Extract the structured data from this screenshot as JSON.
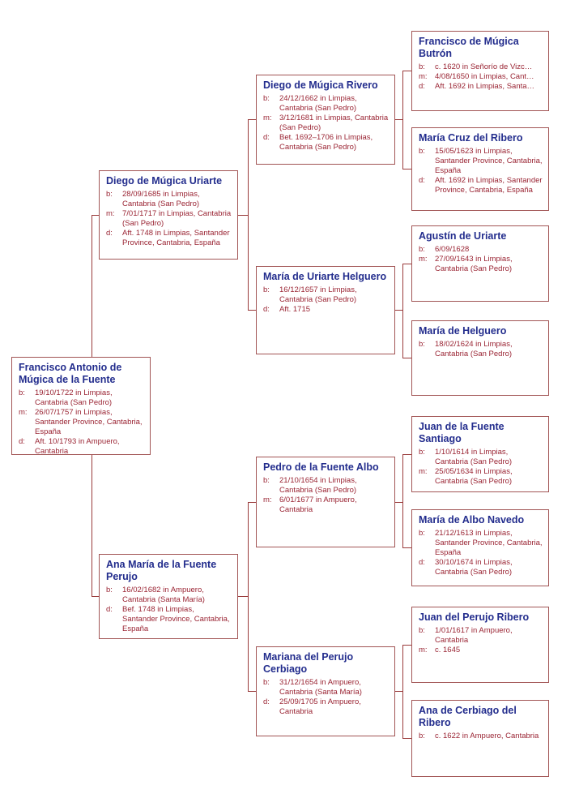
{
  "colors": {
    "name_text": "#232d8d",
    "event_text": "#9a2433",
    "box_border": "#a25555",
    "connector_line": "#9a3b3b",
    "background": "#ffffff"
  },
  "persons": [
    {
      "id": "francisco-antonio-de-mugica-de-la-fuente",
      "name": "Francisco Antonio de Múgica de la Fuente",
      "events": [
        {
          "label": "b:",
          "text": "19/10/1722 in Limpias, Cantabria (San Pedro)"
        },
        {
          "label": "m:",
          "text": "26/07/1757 in Limpias, Santander Province, Cantabria, España"
        },
        {
          "label": "d:",
          "text": "Aft. 10/1793 in Ampuero, Cantabria"
        }
      ]
    },
    {
      "id": "diego-de-mugica-uriarte",
      "name": "Diego de Múgica Uriarte",
      "events": [
        {
          "label": "b:",
          "text": "28/09/1685 in Limpias, Cantabria (San Pedro)"
        },
        {
          "label": "m:",
          "text": "7/01/1717 in Limpias, Cantabria (San Pedro)"
        },
        {
          "label": "d:",
          "text": "Aft. 1748 in Limpias, Santander Province, Cantabria, España"
        }
      ]
    },
    {
      "id": "ana-maria-de-la-fuente-perujo",
      "name": "Ana María de la Fuente Perujo",
      "events": [
        {
          "label": "b:",
          "text": "16/02/1682 in Ampuero, Cantabria (Santa María)"
        },
        {
          "label": "d:",
          "text": "Bef. 1748 in Limpias, Santander Province, Cantabria, España"
        }
      ]
    },
    {
      "id": "diego-de-mugica-rivero",
      "name": "Diego de Múgica Rivero",
      "events": [
        {
          "label": "b:",
          "text": "24/12/1662 in Limpias, Cantabria (San Pedro)"
        },
        {
          "label": "m:",
          "text": "3/12/1681 in Limpias, Cantabria (San Pedro)"
        },
        {
          "label": "d:",
          "text": "Bet. 1692–1706 in Limpias, Cantabria (San Pedro)"
        }
      ]
    },
    {
      "id": "maria-de-uriarte-helguero",
      "name": "María de Uriarte Helguero",
      "events": [
        {
          "label": "b:",
          "text": "16/12/1657 in Limpias, Cantabria (San Pedro)"
        },
        {
          "label": "d:",
          "text": "Aft. 1715"
        }
      ]
    },
    {
      "id": "pedro-de-la-fuente-albo",
      "name": "Pedro de la Fuente Albo",
      "events": [
        {
          "label": "b:",
          "text": "21/10/1654 in Limpias, Cantabria (San Pedro)"
        },
        {
          "label": "m:",
          "text": "6/01/1677 in Ampuero, Cantabria"
        }
      ]
    },
    {
      "id": "mariana-del-perujo-cerbiago",
      "name": "Mariana del Perujo Cerbiago",
      "events": [
        {
          "label": "b:",
          "text": "31/12/1654 in Ampuero, Cantabria (Santa María)"
        },
        {
          "label": "d:",
          "text": "25/09/1705 in Ampuero, Cantabria"
        }
      ]
    },
    {
      "id": "francisco-de-mugica-butron",
      "name": "Francisco de Múgica Butrón",
      "events": [
        {
          "label": "b:",
          "text": "c. 1620 in Señorío de Vizc…"
        },
        {
          "label": "m:",
          "text": "4/08/1650 in Limpias, Cant…"
        },
        {
          "label": "d:",
          "text": "Aft. 1692 in Limpias, Santa…"
        }
      ]
    },
    {
      "id": "maria-cruz-del-ribero",
      "name": "María Cruz del Ribero",
      "events": [
        {
          "label": "b:",
          "text": "15/05/1623 in Limpias, Santander Province, Cantabria, España"
        },
        {
          "label": "d:",
          "text": "Aft. 1692 in Limpias, Santander Province, Cantabria, España"
        }
      ]
    },
    {
      "id": "agustin-de-uriarte",
      "name": "Agustín de Uriarte",
      "events": [
        {
          "label": "b:",
          "text": "6/09/1628"
        },
        {
          "label": "m:",
          "text": "27/09/1643 in Limpias, Cantabria (San Pedro)"
        }
      ]
    },
    {
      "id": "maria-de-helguero",
      "name": "María de Helguero",
      "events": [
        {
          "label": "b:",
          "text": "18/02/1624 in Limpias, Cantabria (San Pedro)"
        }
      ]
    },
    {
      "id": "juan-de-la-fuente-santiago",
      "name": "Juan de la Fuente Santiago",
      "events": [
        {
          "label": "b:",
          "text": "1/10/1614 in Limpias, Cantabria (San Pedro)"
        },
        {
          "label": "m:",
          "text": "25/05/1634 in Limpias, Cantabria (San Pedro)"
        }
      ]
    },
    {
      "id": "maria-de-albo-navedo",
      "name": "María de Albo Navedo",
      "events": [
        {
          "label": "b:",
          "text": "21/12/1613 in Limpias, Santander Province, Cantabria, España"
        },
        {
          "label": "d:",
          "text": "30/10/1674 in Limpias, Cantabria (San Pedro)"
        }
      ]
    },
    {
      "id": "juan-del-perujo-ribero",
      "name": "Juan del Perujo Ribero",
      "events": [
        {
          "label": "b:",
          "text": "1/01/1617 in Ampuero, Cantabria"
        },
        {
          "label": "m:",
          "text": "c. 1645"
        }
      ]
    },
    {
      "id": "ana-de-cerbiago-del-ribero",
      "name": "Ana de Cerbiago del Ribero",
      "events": [
        {
          "label": "b:",
          "text": "c. 1622 in Ampuero, Cantabria"
        }
      ]
    }
  ]
}
